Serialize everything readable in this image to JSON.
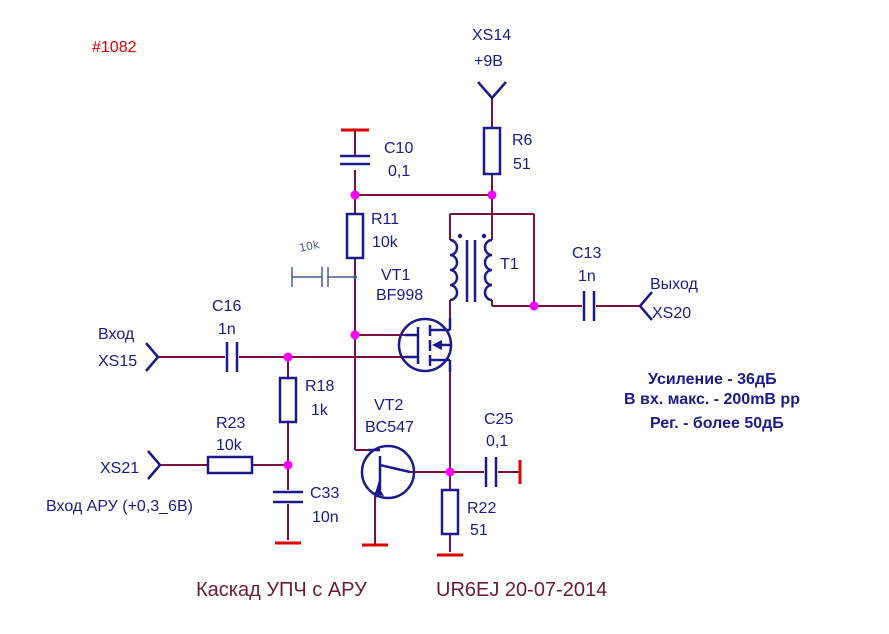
{
  "ref_number": "#1082",
  "title": "Каскад УПЧ с АРУ",
  "author_date": "UR6EJ  20-07-2014",
  "specs": {
    "gain": "Усиление -  36дБ",
    "max_input": "В вх. макс. - 200mB pp",
    "regulation": "Рег. - более 50дБ"
  },
  "connectors": {
    "xs14_name": "XS14",
    "xs14_value": "+9В",
    "xs15_label": "Вход",
    "xs15_name": "XS15",
    "xs20_label": "Выход",
    "xs20_name": "XS20",
    "xs21_name": "XS21",
    "agc_label": "Вход АРУ (+0,3_6В)"
  },
  "components": {
    "c10_name": "C10",
    "c10_value": "0,1",
    "r6_name": "R6",
    "r6_value": "51",
    "r11_name": "R11",
    "r11_value": "10k",
    "vt1_name": "VT1",
    "vt1_value": "BF998",
    "t1_name": "T1",
    "c13_name": "C13",
    "c13_value": "1n",
    "c16_name": "C16",
    "c16_value": "1n",
    "r18_name": "R18",
    "r18_value": "1k",
    "r23_name": "R23",
    "r23_value": "10k",
    "vt2_name": "VT2",
    "vt2_value": "BC547",
    "c25_name": "C25",
    "c25_value": "0,1",
    "c33_name": "C33",
    "c33_value": "10n",
    "r22_name": "R22",
    "r22_value": "51"
  },
  "handwritten_note": "10k",
  "colors": {
    "wire": "#7a1040",
    "component": "#1a1a8c",
    "ground": "#e00000",
    "junction": "#ff00ff",
    "ref_number": "#e00000"
  }
}
